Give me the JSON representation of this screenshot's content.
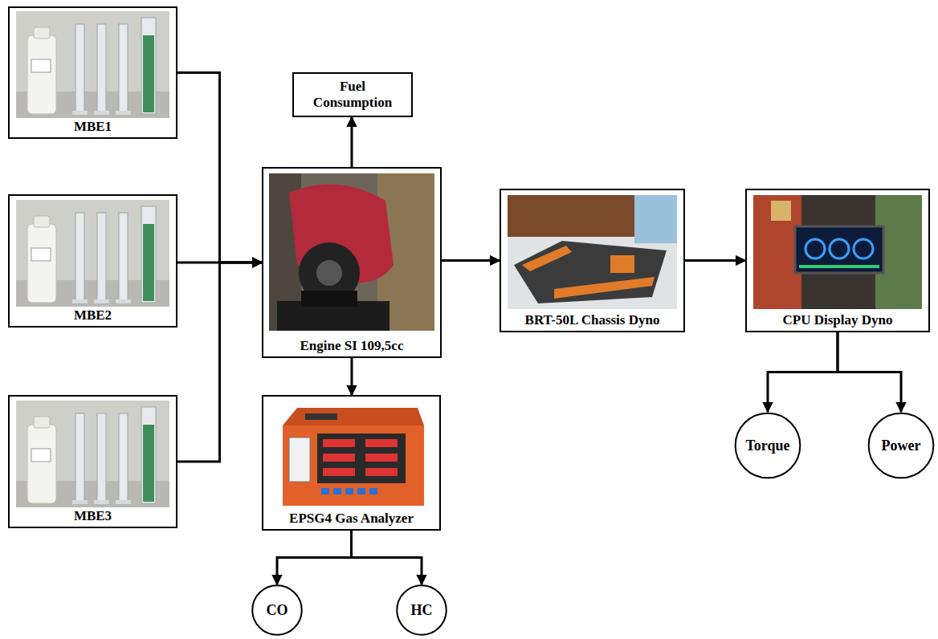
{
  "diagram": {
    "nodes": [
      {
        "text": [
          "MBE1"
        ]
      },
      {
        "text": [
          "MBE2"
        ]
      },
      {
        "text": [
          "MBE3"
        ]
      },
      {
        "text": [
          "Fuel Consumption"
        ]
      },
      {
        "text": [
          "Engine SI 109,5cc"
        ]
      },
      {
        "text": [
          "EPSG4 Gas Analyzer"
        ]
      },
      {
        "text": [
          "BRT-50L Chassis Dyno"
        ]
      },
      {
        "text": [
          "CPU Display Dyno"
        ]
      },
      {
        "text": [
          "CO"
        ]
      },
      {
        "text": [
          "HC"
        ]
      },
      {
        "text": [
          "Torque"
        ]
      },
      {
        "text": [
          "Power"
        ]
      }
    ],
    "edges": [
      {
        "from": 0,
        "to": 4,
        "arrow": "to"
      },
      {
        "from": 1,
        "to": 4,
        "arrow": "to"
      },
      {
        "from": 2,
        "to": 4,
        "arrow": "to"
      },
      {
        "from": 4,
        "to": 3,
        "arrow": "to"
      },
      {
        "from": 4,
        "to": 5,
        "arrow": "to"
      },
      {
        "from": 4,
        "to": 6,
        "arrow": "to"
      },
      {
        "from": 6,
        "to": 7,
        "arrow": "to"
      },
      {
        "from": 5,
        "to": 8,
        "arrow": "to"
      },
      {
        "from": 5,
        "to": 9,
        "arrow": "to"
      },
      {
        "from": 7,
        "to": 10,
        "arrow": "to"
      },
      {
        "from": 7,
        "to": 11,
        "arrow": "to"
      }
    ]
  }
}
